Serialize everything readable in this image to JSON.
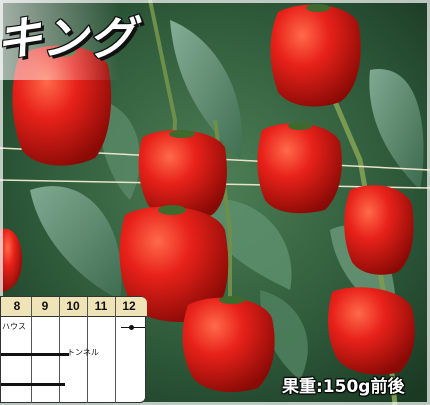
{
  "title": "キング",
  "fruit_weight": "果重:150g前後",
  "calendar": {
    "months": [
      "8",
      "9",
      "10",
      "11",
      "12"
    ],
    "rows": [
      {
        "label": "ハウス"
      },
      {
        "label": "トンネル"
      },
      {
        "label": ""
      }
    ]
  },
  "colors": {
    "pepper_red": "#e8221a",
    "leaf_green": "#3f7a4a",
    "calendar_header": "#efe4b8"
  }
}
